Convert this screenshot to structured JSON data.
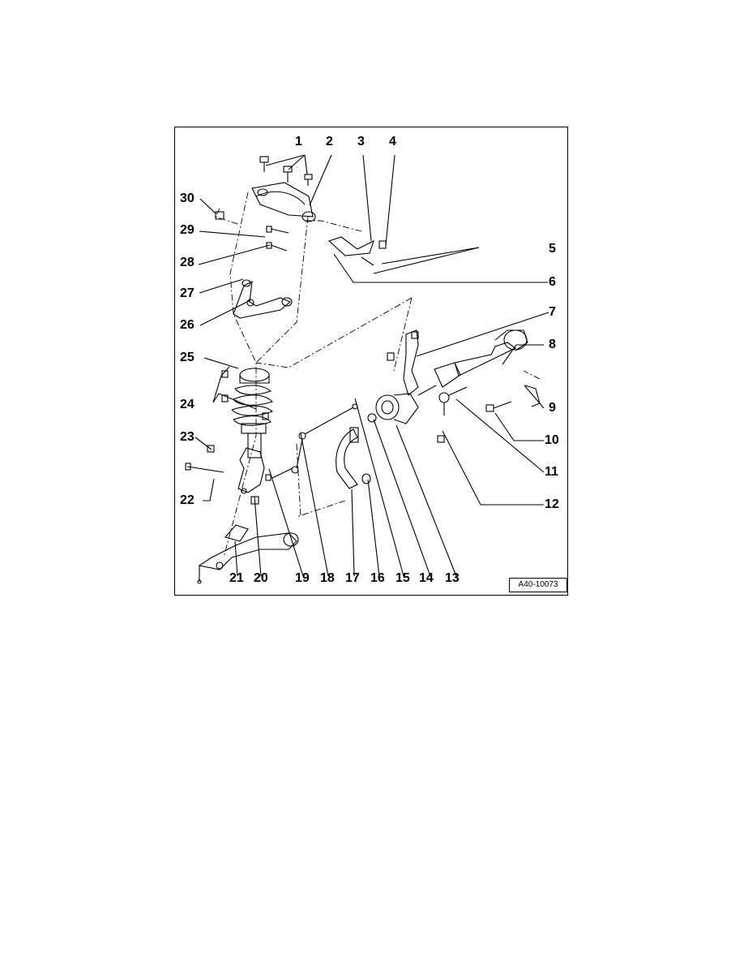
{
  "figure": {
    "reference_code": "A40-10073",
    "callouts": [
      "1",
      "2",
      "3",
      "4",
      "5",
      "6",
      "7",
      "8",
      "9",
      "10",
      "11",
      "12",
      "13",
      "14",
      "15",
      "16",
      "17",
      "18",
      "19",
      "20",
      "21",
      "22",
      "23",
      "24",
      "25",
      "26",
      "27",
      "28",
      "29",
      "30"
    ]
  },
  "colors": {
    "line": "#000000",
    "background": "#ffffff"
  }
}
